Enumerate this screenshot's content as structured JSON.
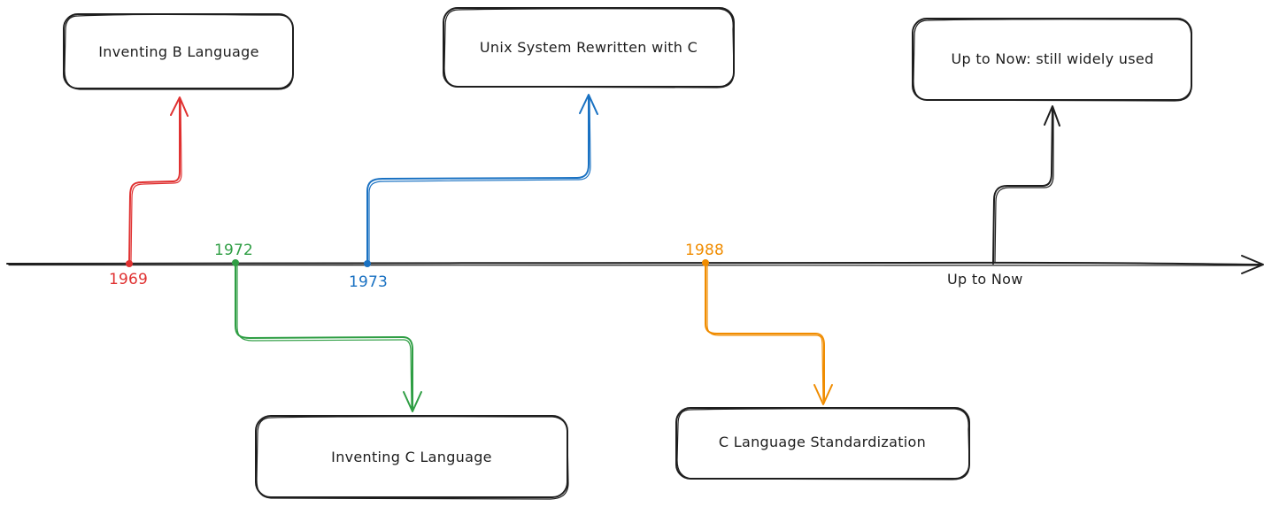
{
  "axis": {
    "end_label": "Up to Now"
  },
  "events": [
    {
      "year": "1969",
      "label": "Inventing B Language",
      "color": "#e03131"
    },
    {
      "year": "1972",
      "label": "Inventing C Language",
      "color": "#2f9e44"
    },
    {
      "year": "1973",
      "label": "Unix System Rewritten with C",
      "color": "#1971c2"
    },
    {
      "year": "1988",
      "label": "C Language Standardization",
      "color": "#f08c00"
    },
    {
      "year": "",
      "label": "Up to Now: still widely used",
      "color": "#1e1e1e"
    }
  ]
}
